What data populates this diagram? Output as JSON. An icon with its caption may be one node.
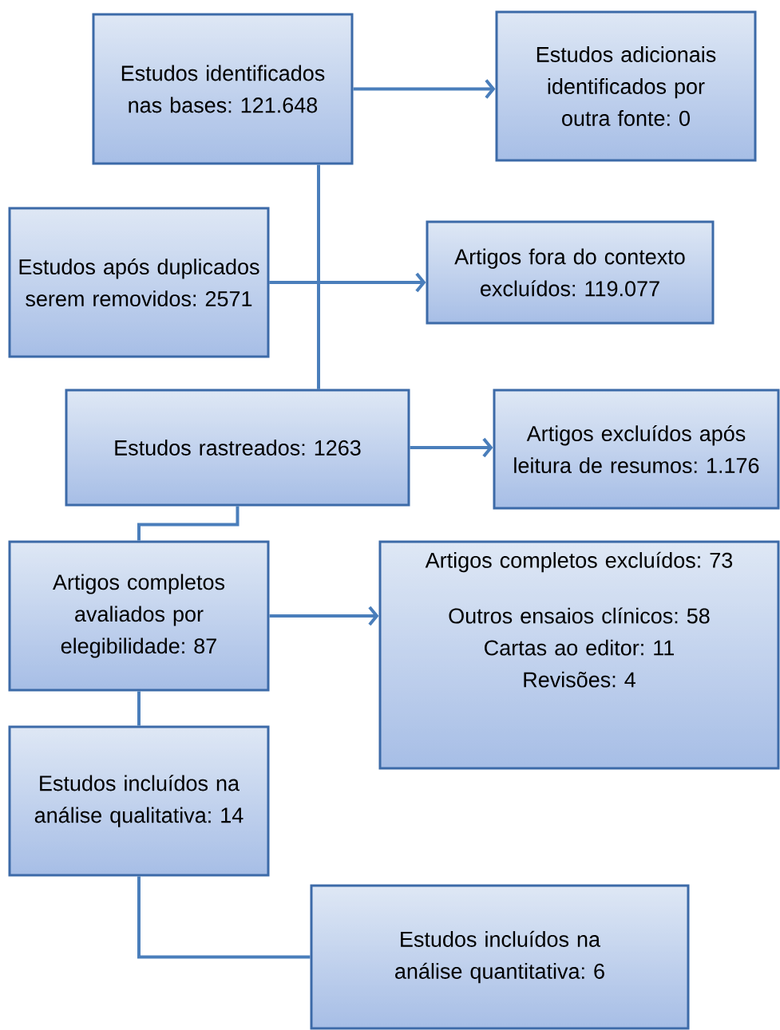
{
  "diagram": {
    "nodes": [
      {
        "text": [
          "Estudos identificados nas bases: 121.648"
        ]
      },
      {
        "text": [
          "Estudos adicionais identificados por outra fonte: 0"
        ]
      },
      {
        "text": [
          "Estudos após duplicados serem removidos: 2571"
        ]
      },
      {
        "text": [
          "Artigos fora do contexto excluídos: 119.077"
        ]
      },
      {
        "text": [
          "Estudos rastreados: 1263"
        ]
      },
      {
        "text": [
          "Artigos excluídos após leitura de resumos: 1.176"
        ]
      },
      {
        "text": [
          "Artigos completos avaliados por elegibilidade: 87"
        ]
      },
      {
        "text": [
          "Artigos completos excluídos: 73",
          "Outros ensaios clínicos: 58",
          "Cartas ao editor: 11",
          "Revisões: 4"
        ]
      },
      {
        "text": [
          "Estudos incluídos na análise qualitativa: 14"
        ]
      },
      {
        "text": [
          "Estudos incluídos na análise quantitativa: 6"
        ]
      }
    ],
    "edges": [
      {
        "from": 0,
        "to": 1,
        "arrow": "to"
      },
      {
        "from": 0,
        "to": 4,
        "arrow": "none"
      },
      {
        "from": 2,
        "to": 3,
        "arrow": "to"
      },
      {
        "from": 2,
        "to": 4,
        "arrow": "none"
      },
      {
        "from": 4,
        "to": 5,
        "arrow": "to"
      },
      {
        "from": 4,
        "to": 6,
        "arrow": "none"
      },
      {
        "from": 6,
        "to": 7,
        "arrow": "to"
      },
      {
        "from": 6,
        "to": 8,
        "arrow": "none"
      },
      {
        "from": 8,
        "to": 9,
        "arrow": "none"
      }
    ]
  }
}
